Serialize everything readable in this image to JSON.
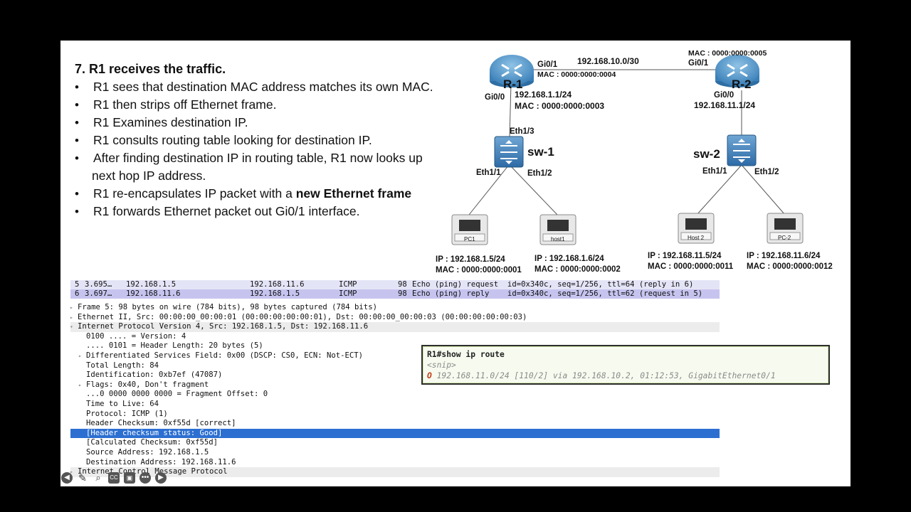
{
  "slide": {
    "heading": "7. R1 receives the traffic.",
    "bullets": [
      "R1 sees that destination MAC address matches its own MAC.",
      "R1 then strips off Ethernet frame.",
      "R1 Examines destination IP.",
      "R1 consults routing table looking for destination IP."
    ],
    "bullet5_line1": "After finding destination IP in routing table, R1 now looks up",
    "bullet5_line2": "next hop IP address.",
    "bullet6_pre": "R1 re-encapsulates IP packet with a ",
    "bullet6_bold": "new Ethernet frame",
    "bullet7": "R1 forwards Ethernet packet out Gi0/1 interface."
  },
  "topology": {
    "r1_name": "R-1",
    "r2_name": "R-2",
    "sw1_name": "sw-1",
    "sw2_name": "sw-2",
    "link_net": "192.168.10.0/30",
    "r1_gi01": "Gi0/1",
    "r1_gi01_mac": "MAC : 0000:0000:0004",
    "r2_mac": "MAC : 0000:0000:0005",
    "r2_gi01": "Gi0/1",
    "r1_gi00": "Gi0/0",
    "r1_gi00_ip": "192.168.1.1/24",
    "r1_gi00_mac": "MAC : 0000:0000:0003",
    "r2_gi00": "Gi0/0",
    "r2_gi00_ip": "192.168.11.1/24",
    "sw1_eth13": "Eth1/3",
    "sw1_eth11": "Eth1/1",
    "sw1_eth12": "Eth1/2",
    "sw2_eth11": "Eth1/1",
    "sw2_eth12": "Eth1/2",
    "pc1_label": "PC1",
    "host1_label": "host1",
    "host2_label": "Host 2",
    "pc2_label": "PC-2",
    "pc1_ip": "IP : 192.168.1.5/24",
    "pc1_mac": "MAC : 0000:0000:0001",
    "host1_ip": "IP : 192.168.1.6/24",
    "host1_mac": "MAC : 0000:0000:0002",
    "host2_ip": "IP : 192.168.11.5/24",
    "host2_mac": "MAC : 0000:0000:0011",
    "pc2_ip": "IP : 192.168.11.6/24",
    "pc2_mac": "MAC : 0000:0000:0012"
  },
  "packet_list": [
    {
      "no": "5",
      "time": "3.695…",
      "src": "192.168.1.5",
      "dst": "192.168.11.6",
      "proto": "ICMP",
      "len": "98",
      "info": "Echo (ping) request  id=0x340c, seq=1/256, ttl=64 (reply in 6)"
    },
    {
      "no": "6",
      "time": "3.697…",
      "src": "192.168.11.6",
      "dst": "192.168.1.5",
      "proto": "ICMP",
      "len": "98",
      "info": "Echo (ping) reply    id=0x340c, seq=1/256, ttl=62 (request in 5)"
    }
  ],
  "detail_tree": [
    "Frame 5: 98 bytes on wire (784 bits), 98 bytes captured (784 bits)",
    "Ethernet II, Src: 00:00:00_00:00:01 (00:00:00:00:00:01), Dst: 00:00:00_00:00:03 (00:00:00:00:00:03)",
    "Internet Protocol Version 4, Src: 192.168.1.5, Dst: 192.168.11.6",
    "0100 .... = Version: 4",
    ".... 0101 = Header Length: 20 bytes (5)",
    "Differentiated Services Field: 0x00 (DSCP: CS0, ECN: Not-ECT)",
    "Total Length: 84",
    "Identification: 0xb7ef (47087)",
    "Flags: 0x40, Don't fragment",
    "...0 0000 0000 0000 = Fragment Offset: 0",
    "Time to Live: 64",
    "Protocol: ICMP (1)",
    "Header Checksum: 0xf55d [correct]",
    "[Header checksum status: Good]",
    "[Calculated Checksum: 0xf55d]",
    "Source Address: 192.168.1.5",
    "Destination Address: 192.168.11.6",
    "Internet Control Message Protocol"
  ],
  "terminal": {
    "command": "R1#show ip route",
    "snip": "<snip>",
    "route_code": "O",
    "route_text": " 192.168.11.0/24 [110/2] via 192.168.10.2, 01:12:53, GigabitEthernet0/1"
  },
  "colors": {
    "selected_row": "#2c6fd1",
    "packet_row": "#c6c4ef",
    "route_code": "#c23c18"
  }
}
